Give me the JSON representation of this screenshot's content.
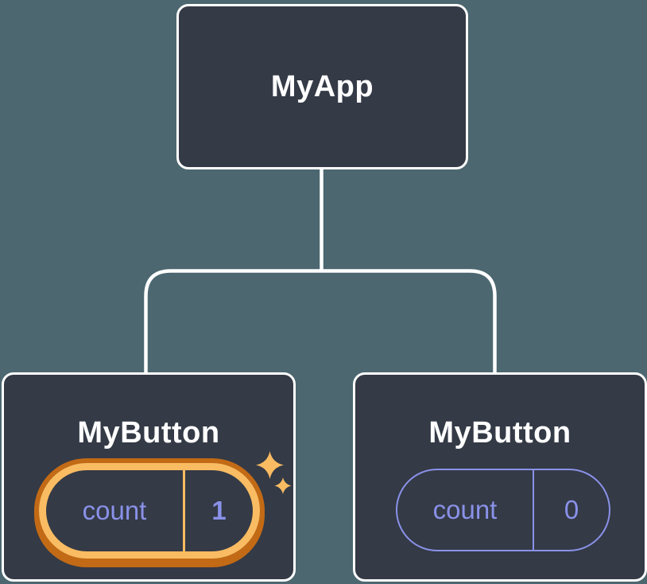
{
  "theme": {
    "background": "#4C6770",
    "node_fill": "#343A46",
    "node_border": "#FFFFFF",
    "line_color": "#FFFFFF",
    "title_color": "#FFFFFF",
    "purple": "#8A91E8",
    "orange_light": "#FABC62",
    "orange_dark": "#C26A15"
  },
  "tree": {
    "root": {
      "label": "MyApp"
    },
    "children": [
      {
        "label": "MyButton",
        "state": {
          "key": "count",
          "value": "1"
        },
        "highlighted": true,
        "badge_icon": "sparkles-icon"
      },
      {
        "label": "MyButton",
        "state": {
          "key": "count",
          "value": "0"
        },
        "highlighted": false
      }
    ]
  }
}
